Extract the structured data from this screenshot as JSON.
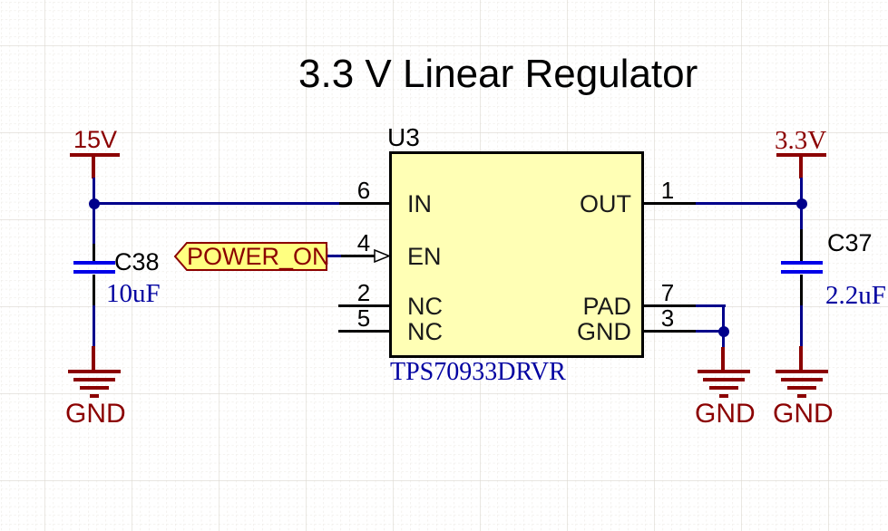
{
  "title": "3.3 V Linear Regulator",
  "ic": {
    "designator": "U3",
    "part_number": "TPS70933DRVR",
    "pins_left": [
      {
        "number": "6",
        "name": "IN"
      },
      {
        "number": "4",
        "name": "EN"
      },
      {
        "number": "2",
        "name": "NC"
      },
      {
        "number": "5",
        "name": "NC"
      }
    ],
    "pins_right": [
      {
        "number": "1",
        "name": "OUT"
      },
      {
        "number": "7",
        "name": "PAD"
      },
      {
        "number": "3",
        "name": "GND"
      }
    ]
  },
  "power_ports": {
    "input": "15V",
    "output": "3.3V"
  },
  "ground_labels": {
    "left": "GND",
    "middle": "GND",
    "right": "GND"
  },
  "capacitors": {
    "c38": {
      "designator": "C38",
      "value": "10uF"
    },
    "c37": {
      "designator": "C37",
      "value": "2.2uF"
    }
  },
  "net_flag": {
    "label": "POWER_ON"
  },
  "colors": {
    "wire": "#00008B",
    "component_fill": "#FFFFB5",
    "flag_fill": "#FFFF80",
    "maroon": "#8B0000",
    "value_text": "#0000A0",
    "capacitor_plate": "#0000E8",
    "grid_minor": "#E9E6E0",
    "grid_major": "#DCD8D0"
  }
}
